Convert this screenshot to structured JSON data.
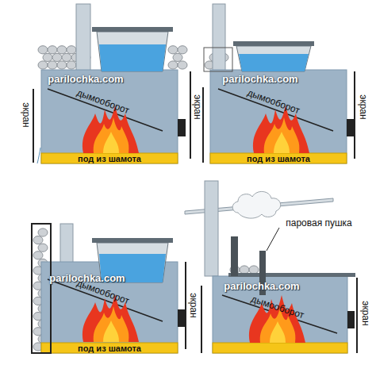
{
  "diagram": {
    "labels": [
      "parilochka.com",
      "экран",
      "экран",
      "дымооборот",
      "под из шамота",
      "parilochka.com",
      "экран",
      "дымооборот",
      "под из шамота",
      "parilochka.com",
      "экран",
      "дымооборот",
      "под из шамота",
      "parilochka.com",
      "экран",
      "дымооборот",
      "паровая пушка"
    ]
  }
}
